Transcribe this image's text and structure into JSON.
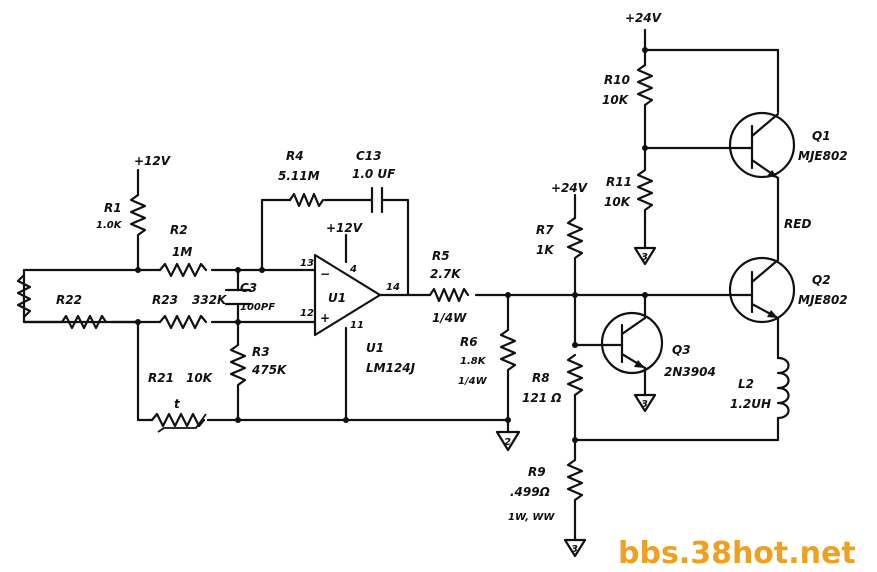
{
  "watermark": "bbs.38hot.net",
  "supplies": {
    "v24_top": "+24V",
    "v24_mid": "+24V",
    "v12_r1": "+12V",
    "v12_u1": "+12V"
  },
  "components": {
    "r1": {
      "ref": "R1",
      "value": "1.0K"
    },
    "r2": {
      "ref": "R2",
      "value": "1M"
    },
    "r22": {
      "ref": "R22"
    },
    "r23": {
      "ref": "R23",
      "value": "332K"
    },
    "r21": {
      "ref": "R21",
      "value": "10K"
    },
    "r21_t": "t",
    "c3": {
      "ref": "C3",
      "value": "100PF"
    },
    "r3": {
      "ref": "R3",
      "value": "475K"
    },
    "r4": {
      "ref": "R4",
      "value": "5.11M"
    },
    "c13": {
      "ref": "C13",
      "value": "1.0 UF"
    },
    "u1": {
      "ref": "U1",
      "part": "LM124J",
      "pin13": "13",
      "pin12": "12",
      "pin14": "14",
      "pin4": "4",
      "pin11": "11"
    },
    "r5": {
      "ref": "R5",
      "value": "2.7K",
      "power": "1/4W"
    },
    "r6": {
      "ref": "R6",
      "value": "1.8K",
      "power": "1/4W"
    },
    "r7": {
      "ref": "R7",
      "value": "1K"
    },
    "r8": {
      "ref": "R8",
      "value": "121 Ω"
    },
    "r9": {
      "ref": "R9",
      "value": ".499Ω",
      "rating": "1W, WW"
    },
    "r10": {
      "ref": "R10",
      "value": "10K"
    },
    "r11": {
      "ref": "R11",
      "value": "10K"
    },
    "q1": {
      "ref": "Q1",
      "part": "MJE802"
    },
    "q2": {
      "ref": "Q2",
      "part": "MJE802"
    },
    "q3": {
      "ref": "Q3",
      "part": "2N3904"
    },
    "l2": {
      "ref": "L2",
      "value": "1.2UH"
    },
    "red_label": "RED"
  },
  "grounds": {
    "g_r11": "3",
    "g_q3": "3",
    "g_r6": "2",
    "g_r9": "3"
  }
}
